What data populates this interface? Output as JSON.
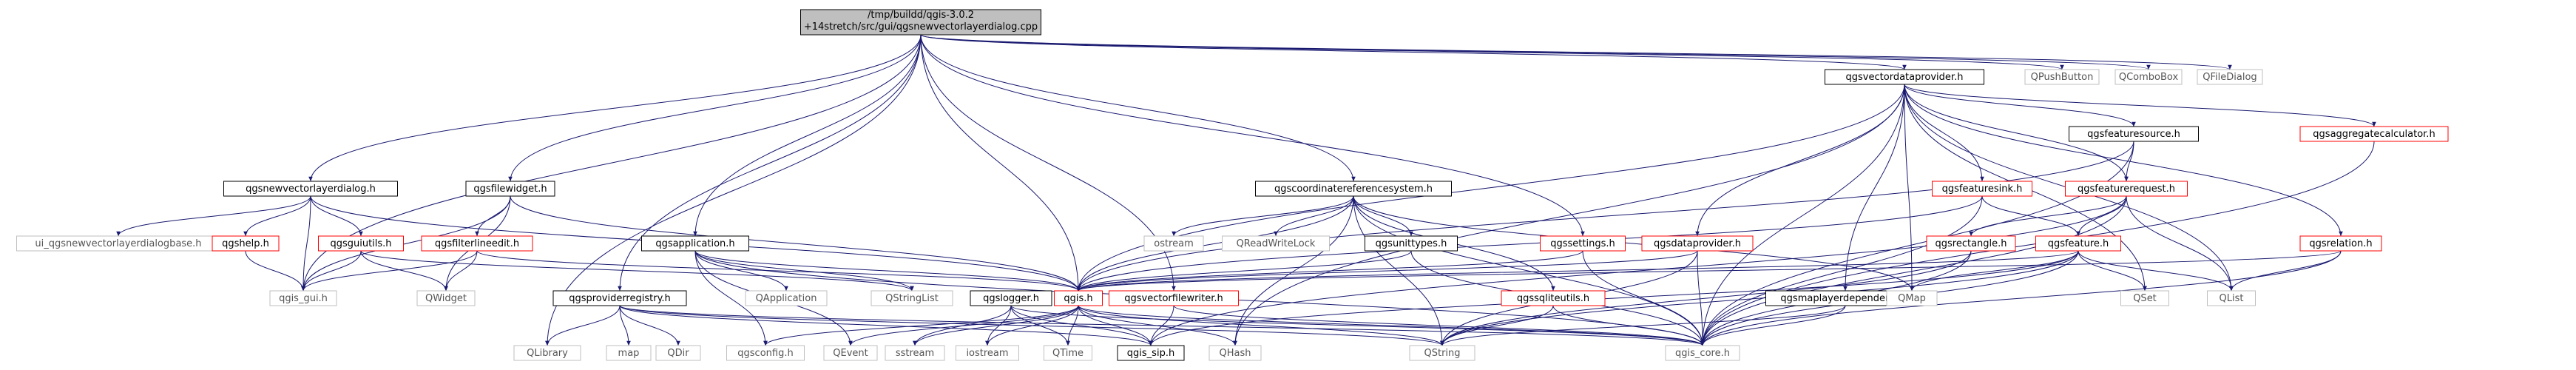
{
  "colors": {
    "edge": "#191970",
    "node_border_normal": "#000000",
    "node_border_red": "#ff0000",
    "node_border_gray": "#bfbfbf",
    "root_fill": "#bfbfbf",
    "node_fill": "#ffffff",
    "gray_text": "#555555"
  },
  "nodes": {
    "root_line1": "/tmp/buildd/qgis-3.0.2",
    "root_line2": "+14stretch/src/gui/qgsnewvectorlayerdialog.cpp",
    "qgsvectordataprovider": "qgsvectordataprovider.h",
    "qpushbutton": "QPushButton",
    "qcombobox": "QComboBox",
    "qfiledialog": "QFileDialog",
    "qgsfeaturesource": "qgsfeaturesource.h",
    "qgsaggregatecalculator": "qgsaggregatecalculator.h",
    "qgsnewvectorlayerdialog": "qgsnewvectorlayerdialog.h",
    "qgsfilewidget": "qgsfilewidget.h",
    "qgscoordinatereferencesystem": "qgscoordinatereferencesystem.h",
    "qgsfeaturesink": "qgsfeaturesink.h",
    "qgsfeaturerequest": "qgsfeaturerequest.h",
    "ui_qgsnewvectorlayerdialogbase": "ui_qgsnewvectorlayerdialogbase.h",
    "qgshelp": "qgshelp.h",
    "qgsguiutils": "qgsguiutils.h",
    "qgsfilterlineedit": "qgsfilterlineedit.h",
    "ostream": "ostream",
    "qreadwritelock": "QReadWriteLock",
    "qgsunittypes": "qgsunittypes.h",
    "qgssettings": "qgssettings.h",
    "qgsdataprovider": "qgsdataprovider.h",
    "qgsrectangle": "qgsrectangle.h",
    "qgsfeature": "qgsfeature.h",
    "qgsrelation": "qgsrelation.h",
    "qgsapplication": "qgsapplication.h",
    "qgis_gui": "qgis_gui.h",
    "qwidget": "QWidget",
    "qapplication": "QApplication",
    "qstringlist": "QStringList",
    "qgslogger": "qgslogger.h",
    "qgis": "qgis.h",
    "qgsvectorfilewriter": "qgsvectorfilewriter.h",
    "qgssqliteutils": "qgssqliteutils.h",
    "qgsmaplayerdependency": "qgsmaplayerdependency.h",
    "qmap": "QMap",
    "qset": "QSet",
    "qlist": "QList",
    "qgsproviderregistry": "qgsproviderregistry.h",
    "qlibrary": "QLibrary",
    "map": "map",
    "qdir": "QDir",
    "qgsconfig": "qgsconfig.h",
    "qevent": "QEvent",
    "sstream": "sstream",
    "iostream": "iostream",
    "qtime": "QTime",
    "qgis_sip": "qgis_sip.h",
    "qhash": "QHash",
    "qstring": "QString",
    "qgis_core": "qgis_core.h"
  }
}
